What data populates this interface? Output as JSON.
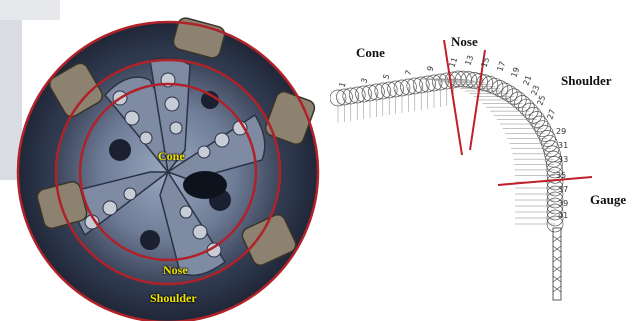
{
  "photo": {
    "labels": {
      "cone": "Cone",
      "nose": "Nose",
      "shoulder": "Shoulder"
    },
    "ring_color": "#b0222a",
    "label_color": "#f2e600"
  },
  "profile": {
    "labels": {
      "cone": "Cone",
      "nose": "Nose",
      "shoulder": "Shoulder",
      "gauge": "Gauge"
    },
    "cutter_numbers": [
      "1",
      "3",
      "5",
      "7",
      "9",
      "11",
      "13",
      "15",
      "17",
      "19",
      "21",
      "23",
      "25",
      "27",
      "29",
      "31",
      "33",
      "35",
      "37",
      "39",
      "41"
    ],
    "divider_color": "#c0202a"
  }
}
